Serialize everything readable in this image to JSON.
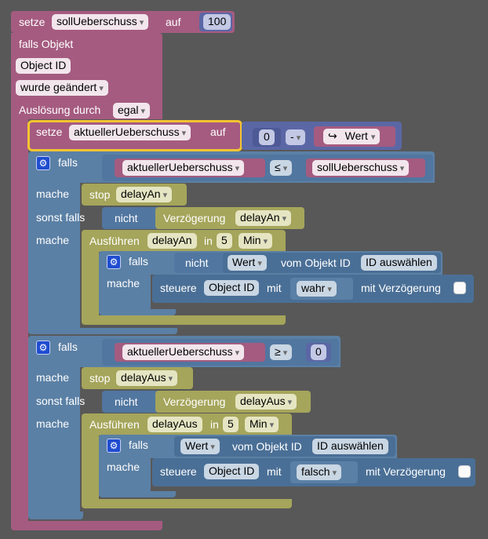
{
  "top": {
    "setze": "setze",
    "var_soll": "sollUeberschuss",
    "auf": "auf",
    "value_100": "100"
  },
  "trigger": {
    "falls_objekt": "falls Objekt",
    "object_id": "Object ID",
    "wurde_geaendert": "wurde geändert",
    "ausloesung_durch": "Auslösung durch",
    "egal": "egal"
  },
  "set_aktuell": {
    "setze": "setze",
    "var": "aktuellerUeberschuss",
    "auf": "auf",
    "zero": "0",
    "minus": "-",
    "arrow": "↪",
    "wert": "Wert"
  },
  "if1": {
    "falls": "falls",
    "left": "aktuellerUeberschuss",
    "op": "≤",
    "right": "sollUeberschuss",
    "mache": "mache",
    "stop": "stop",
    "delay": "delayAn",
    "sonst_falls": "sonst falls",
    "nicht": "nicht",
    "verzoegerung": "Verzögerung",
    "delay2": "delayAn",
    "mache2": "mache",
    "ausfuehren": "Ausführen",
    "delay3": "delayAn",
    "in": "in",
    "num": "5",
    "unit": "Min",
    "inner_falls": "falls",
    "inner_nicht": "nicht",
    "inner_wert": "Wert",
    "vom_objekt": "vom Objekt ID",
    "id_auswaehlen": "ID auswählen",
    "inner_mache": "mache",
    "steuere": "steuere",
    "steuere_obj": "Object ID",
    "mit": "mit",
    "val": "wahr",
    "mit_verz": "mit Verzögerung"
  },
  "if2": {
    "falls": "falls",
    "left": "aktuellerUeberschuss",
    "op": "≥",
    "right": "0",
    "mache": "mache",
    "stop": "stop",
    "delay": "delayAus",
    "sonst_falls": "sonst falls",
    "nicht": "nicht",
    "verzoegerung": "Verzögerung",
    "delay2": "delayAus",
    "mache2": "mache",
    "ausfuehren": "Ausführen",
    "delay3": "delayAus",
    "in": "in",
    "num": "5",
    "unit": "Min",
    "inner_falls": "falls",
    "inner_wert": "Wert",
    "vom_objekt": "vom Objekt ID",
    "id_auswaehlen": "ID auswählen",
    "inner_mache": "mache",
    "steuere": "steuere",
    "steuere_obj": "Object ID",
    "mit": "mit",
    "val": "falsch",
    "mit_verz": "mit Verzögerung"
  },
  "colors": {
    "variables": "#a55b80",
    "logic": "#5b80a5",
    "timeouts": "#a5a55b",
    "math": "#5b67a5",
    "selection": "#f4c430"
  },
  "icons": [
    "gear-icon",
    "dropdown-arrow-icon",
    "return-arrow-icon",
    "checkbox-icon"
  ]
}
